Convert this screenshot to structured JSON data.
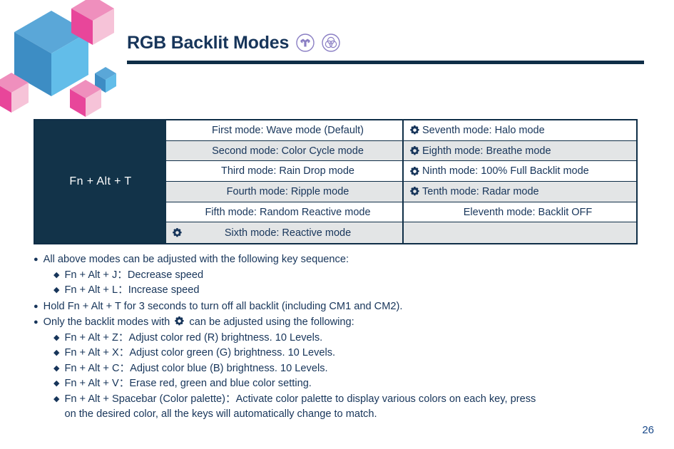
{
  "header": {
    "title": "RGB Backlit Modes",
    "icons": [
      {
        "name": "brand-m-logo-icon",
        "glyph": "M"
      },
      {
        "name": "rgb-venn-circles-icon",
        "glyph": "rgb"
      }
    ],
    "rule_color": "#0f2e47"
  },
  "colors": {
    "navy": "#123349",
    "navy_border": "#0f2e47",
    "text_navy": "#17355a",
    "row_alt": "#e3e5e6",
    "accent_purple": "#8b7fc4",
    "page_number_blue": "#1a4a8a",
    "cube_blue_dark": "#3d8dc4",
    "cube_blue_light": "#62bde9",
    "cube_blue_top": "#5aa7d8",
    "cube_pink_dark": "#e8469a",
    "cube_pink_light": "#f6c3d8",
    "cube_pink_top": "#ef8fbd"
  },
  "table": {
    "key_combo": "Fn + Alt + T",
    "left_column": [
      {
        "gear": false,
        "label": "First mode: Wave mode (Default)"
      },
      {
        "gear": false,
        "label": "Second mode: Color Cycle mode"
      },
      {
        "gear": false,
        "label": "Third mode: Rain Drop mode"
      },
      {
        "gear": false,
        "label": "Fourth mode: Ripple mode"
      },
      {
        "gear": false,
        "label": "Fifth mode: Random Reactive mode"
      },
      {
        "gear": true,
        "label": "Sixth mode: Reactive mode"
      }
    ],
    "right_column": [
      {
        "gear": true,
        "label": "Seventh mode: Halo mode"
      },
      {
        "gear": true,
        "label": "Eighth mode: Breathe mode"
      },
      {
        "gear": true,
        "label": "Ninth mode: 100% Full Backlit mode"
      },
      {
        "gear": true,
        "label": "Tenth mode: Radar mode"
      },
      {
        "gear": false,
        "label": "Eleventh mode: Backlit OFF"
      },
      {
        "gear": false,
        "label": ""
      }
    ]
  },
  "notes": {
    "bullet_glyph": "●",
    "diamond_glyph": "◆",
    "item1": "All above modes can be adjusted with the following key sequence:",
    "item1_sub1": "Fn + Alt + J：Decrease speed",
    "item1_sub2": "Fn + Alt + L：Increase speed",
    "item2": "Hold Fn + Alt + T for 3 seconds to turn off all backlit (including CM1 and CM2).",
    "item3_before": "Only the backlit modes with",
    "item3_after": "can be adjusted using the following:",
    "item3_sub1": "Fn + Alt + Z：Adjust color red (R) brightness. 10 Levels.",
    "item3_sub2": "Fn + Alt + X：Adjust color green (G) brightness. 10 Levels.",
    "item3_sub3": "Fn + Alt + C：Adjust color blue (B) brightness. 10 Levels.",
    "item3_sub4": "Fn + Alt + V：Erase red, green and blue color setting.",
    "item3_sub5": "Fn + Alt + Spacebar (Color palette)：Activate color palette to display various colors on each key, press",
    "item3_sub5_cont": "on the desired color, all the keys will automatically change to match."
  },
  "page_number": "26"
}
